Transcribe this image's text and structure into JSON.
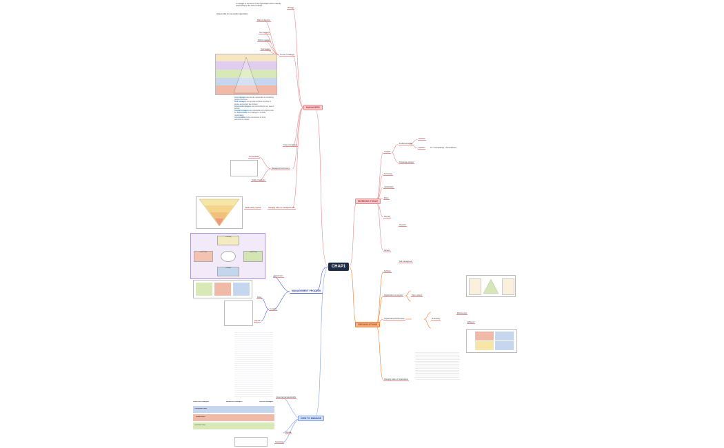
{
  "central": "CHAP1",
  "main_topics": {
    "managers": "MANAGERS",
    "working_today": "WORKING TODAY",
    "management_process": "MANAGEMENT PROCESS",
    "organizations": "ORGANIZATIONS",
    "how_to_manage": "HOW TO MANAGE"
  },
  "managers": {
    "manager_label": "Manager",
    "manager_def": "A manager is someone in the organization who is directly responsible for the work of others.",
    "levels_label": "Levels of managers",
    "board": "Board of directors",
    "board_def": "Responsible for the overall organization",
    "top_label": "Top managers",
    "middle_label": "Middle managers",
    "team_label": "Team leaders",
    "types_label": "Types of managers",
    "performance_label": "Managerial Performance",
    "accountability": "Accountability",
    "quality": "Quality of work life",
    "changing_label": "Changing nature of managerial work",
    "upside_down": "Upside-down pyramid",
    "roles": [
      "Line managers",
      "Staff managers",
      "Functional managers",
      "General managers",
      "Administrator",
      "Accountability"
    ]
  },
  "working_today": {
    "talent": "TALENT",
    "intellectual": "Intellectual capital",
    "definition": "Definition",
    "equation": "Equation",
    "equation_value": "IC = Competency x Commitment",
    "knowledge": "Knowledge workers",
    "technology": "Technology",
    "globalization": "Globalization",
    "ethics": "Ethics",
    "diversity": "Diversity",
    "careers": "Careers",
    "prejudice": "Prejudice",
    "self_management": "Self-management"
  },
  "management_process": {
    "organization": "Organization",
    "roles": "Roles",
    "functions": "Functions",
    "planning": "Planning",
    "organizing": "Organizing",
    "leading": "Leading",
    "controlling": "Controlling"
  },
  "organizations": {
    "definition": "Definition",
    "systems": "Organizations as systems",
    "performance": "Organizational Performance",
    "changing": "Changing nature of organizations",
    "open_systems": "Open systems",
    "effectiveness": "Effectiveness",
    "efficiency": "Efficiency",
    "productivity": "Productivity"
  },
  "how_to_manage": {
    "essential_skills": "Essential managerial skills",
    "agenda": "Agenda",
    "networking": "Networking",
    "columns": [
      "Lower-level managers",
      "Middle-level managers",
      "Top-level managers"
    ],
    "conceptual": "Conceptual skills",
    "human": "Human skills",
    "technical": "Technical skills"
  },
  "colors": {
    "central": "#1f2a44",
    "managers": "#e8898c",
    "working_today": "#e8898c",
    "management_process": "#4a5bd1",
    "organizations": "#f07a2c",
    "how_to_manage": "#7c9fe3"
  }
}
